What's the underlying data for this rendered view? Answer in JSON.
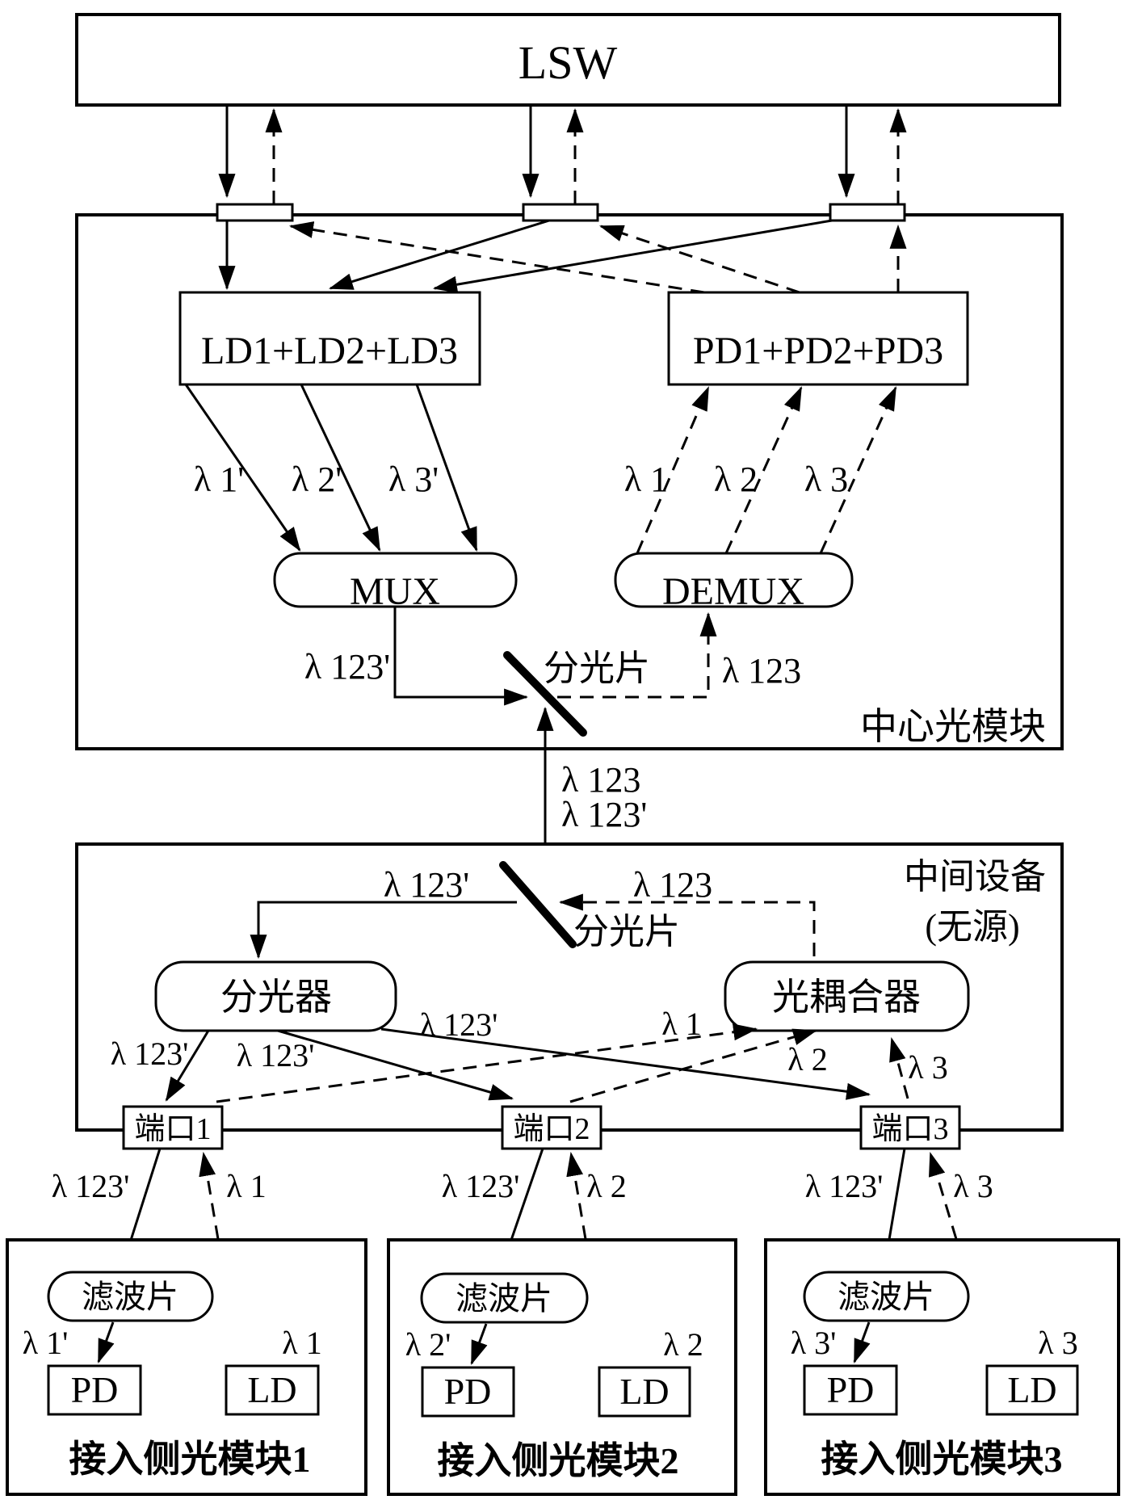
{
  "figure": {
    "colors": {
      "ink": "#000000",
      "paper": "#ffffff"
    },
    "lsw": "LSW",
    "center": {
      "title": "中心光模块",
      "ld_bank": "LD1+LD2+LD3",
      "pd_bank": "PD1+PD2+PD3",
      "mux": "MUX",
      "demux": "DEMUX",
      "splitter_plate": "分光片",
      "tx": [
        "λ 1'",
        "λ 2'",
        "λ 3'"
      ],
      "rx": [
        "λ 1",
        "λ 2",
        "λ 3"
      ],
      "mux_out": "λ 123'",
      "demux_in": "λ 123"
    },
    "trunk": {
      "rx": "λ 123",
      "tx": "λ 123'"
    },
    "mid": {
      "title": "中间设备",
      "subtitle": "(无源)",
      "splitter_plate": "分光片",
      "to_splitter": "λ 123'",
      "to_coupler": "λ 123",
      "splitter": "分光器",
      "coupler": "光耦合器",
      "feeds": [
        "λ 123'",
        "λ 123'",
        "λ 123'"
      ],
      "returns": [
        "λ 1",
        "λ 2",
        "λ 3"
      ],
      "ports": [
        "端口1",
        "端口2",
        "端口3"
      ]
    },
    "drops": [
      {
        "down": "λ 123'",
        "up": "λ 1"
      },
      {
        "down": "λ 123'",
        "up": "λ 2"
      },
      {
        "down": "λ 123'",
        "up": "λ 3"
      }
    ],
    "modules": [
      {
        "title": "接入侧光模块1",
        "filter": "滤波片",
        "pd": "PD",
        "ld": "LD",
        "rx": "λ 1'",
        "tx": "λ 1"
      },
      {
        "title": "接入侧光模块2",
        "filter": "滤波片",
        "pd": "PD",
        "ld": "LD",
        "rx": "λ 2'",
        "tx": "λ 2"
      },
      {
        "title": "接入侧光模块3",
        "filter": "滤波片",
        "pd": "PD",
        "ld": "LD",
        "rx": "λ 3'",
        "tx": "λ 3"
      }
    ]
  }
}
